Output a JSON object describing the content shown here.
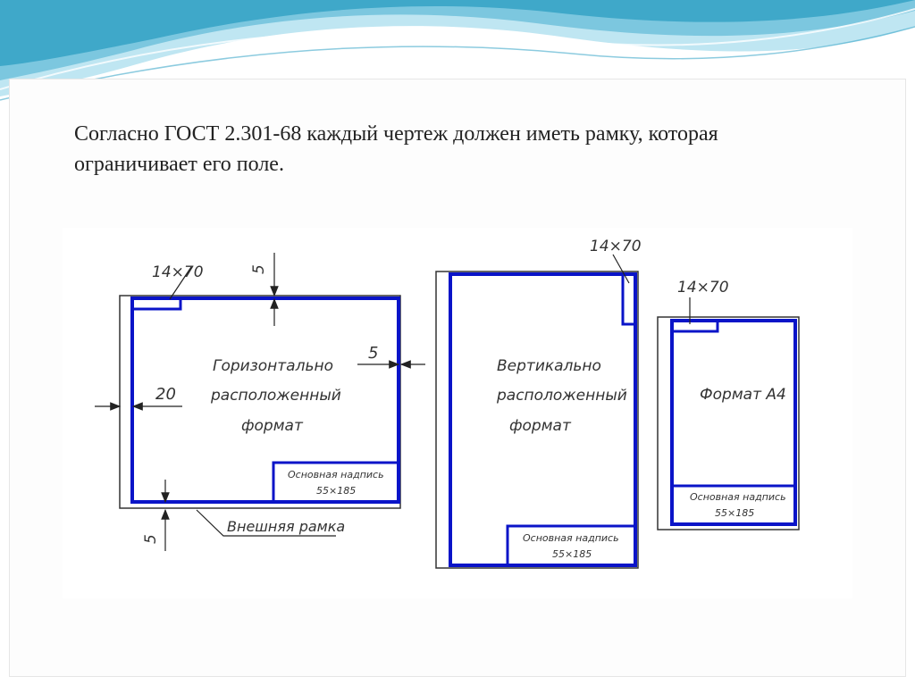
{
  "caption": {
    "line1": "Согласно ГОСТ 2.301-68 каждый чертеж должен иметь рамку, которая",
    "line2": "ограничивает его поле."
  },
  "colors": {
    "frame": "#0a14c8",
    "outline": "#333333",
    "wave_dark": "#3fa8c9",
    "wave_light": "#a9dcec"
  },
  "diagram": {
    "horizontal": {
      "stamp_size": "14×70",
      "label_line1": "Горизонтально",
      "label_line2": "расположенный",
      "label_line3": "формат",
      "dim_top": "5",
      "dim_right": "5",
      "dim_left": "20",
      "dim_bottom": "5",
      "title_block_line1": "Основная надпись",
      "title_block_line2": "55×185",
      "outer_frame_label": "Внешняя рамка"
    },
    "vertical": {
      "stamp_size": "14×70",
      "label_line1": "Вертикально",
      "label_line2": "расположенный",
      "label_line3": "формат",
      "title_block_line1": "Основная надпись",
      "title_block_line2": "55×185"
    },
    "a4": {
      "stamp_size": "14×70",
      "label": "Формат А4",
      "title_block_line1": "Основная надпись",
      "title_block_line2": "55×185"
    }
  }
}
